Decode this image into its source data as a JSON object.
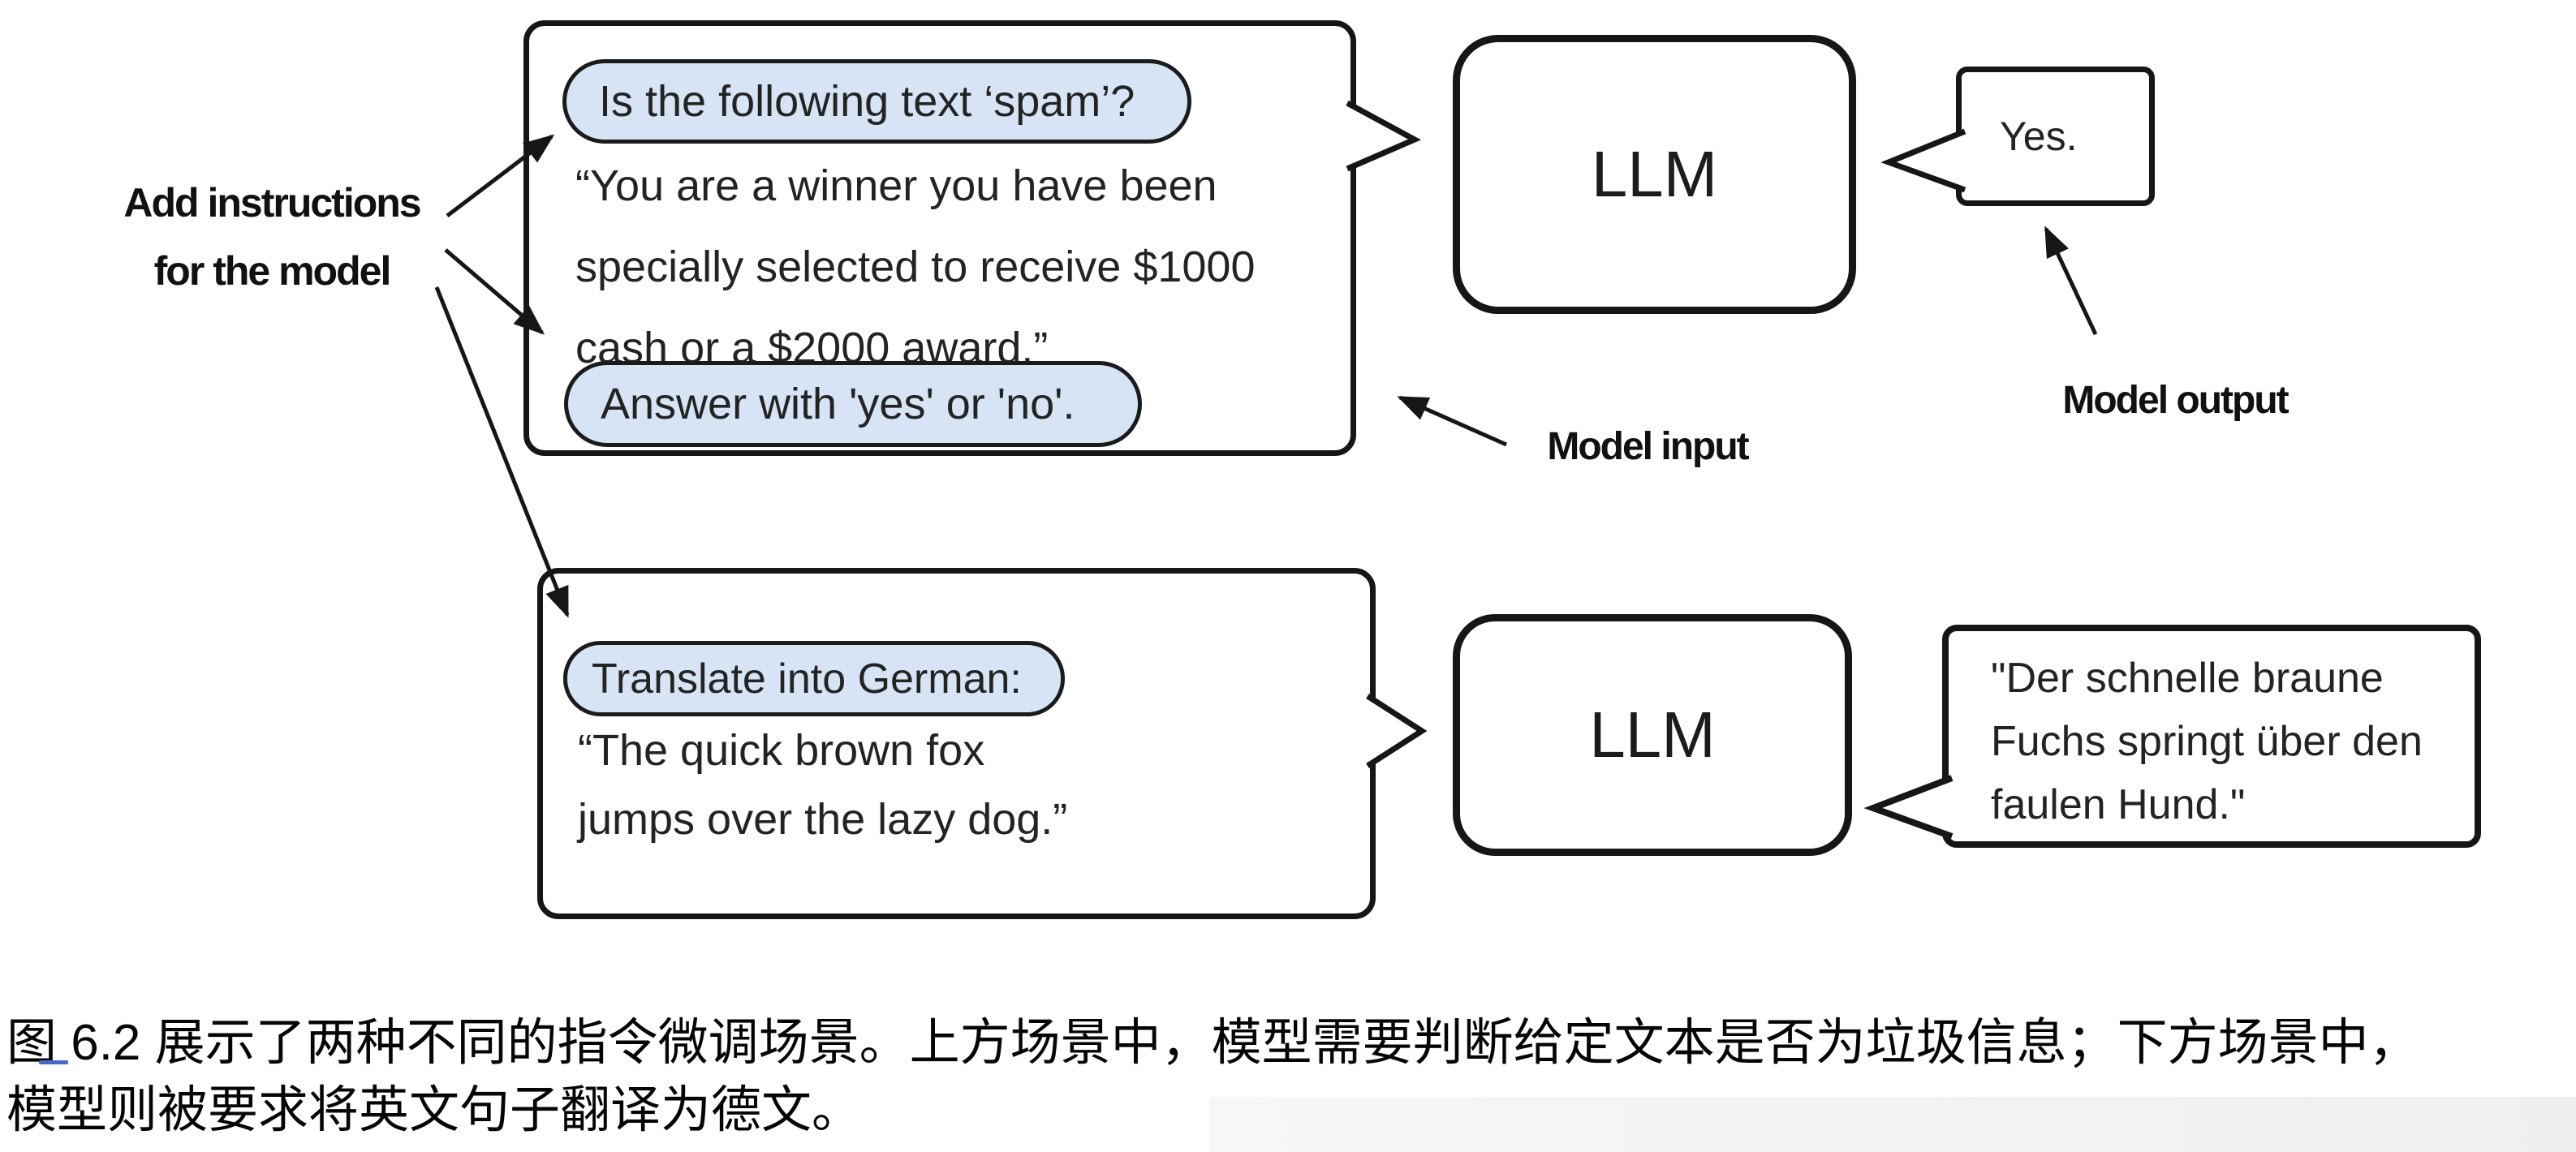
{
  "figure_type": "instruction-finetuning-diagram",
  "annotations": {
    "add_instructions": [
      "Add instructions",
      "for the model"
    ],
    "model_input": "Model input",
    "model_output": "Model output"
  },
  "top": {
    "pill1": "Is the following text ‘spam’?",
    "body": [
      "“You are a winner you have been",
      "specially selected to receive $1000",
      "cash or a $2000 award.”"
    ],
    "pill2": "Answer with 'yes' or 'no'.",
    "llm": "LLM",
    "output": "Yes."
  },
  "bottom": {
    "pill": "Translate into German:",
    "body": [
      "“The quick brown fox",
      "jumps over the lazy dog.”"
    ],
    "llm": "LLM",
    "output": [
      "\"Der schnelle braune",
      "Fuchs springt über den",
      "faulen Hund.\""
    ]
  },
  "caption": {
    "lines": [
      "图 6.2 展示了两种不同的指令微调场景。上方场景中，模型需要判断给定文本是否为垃圾信息；下方场景中，",
      "模型则被要求将英文句子翻译为德文。"
    ]
  },
  "colors": {
    "ink": "#161616",
    "pill_bg": "#d7e4f5",
    "pill_border": "#1b1b1b",
    "text": "#232323",
    "caption_text": "#050505",
    "link_mark": "#4b67c9",
    "footer_shade": "#f3f3f3"
  }
}
